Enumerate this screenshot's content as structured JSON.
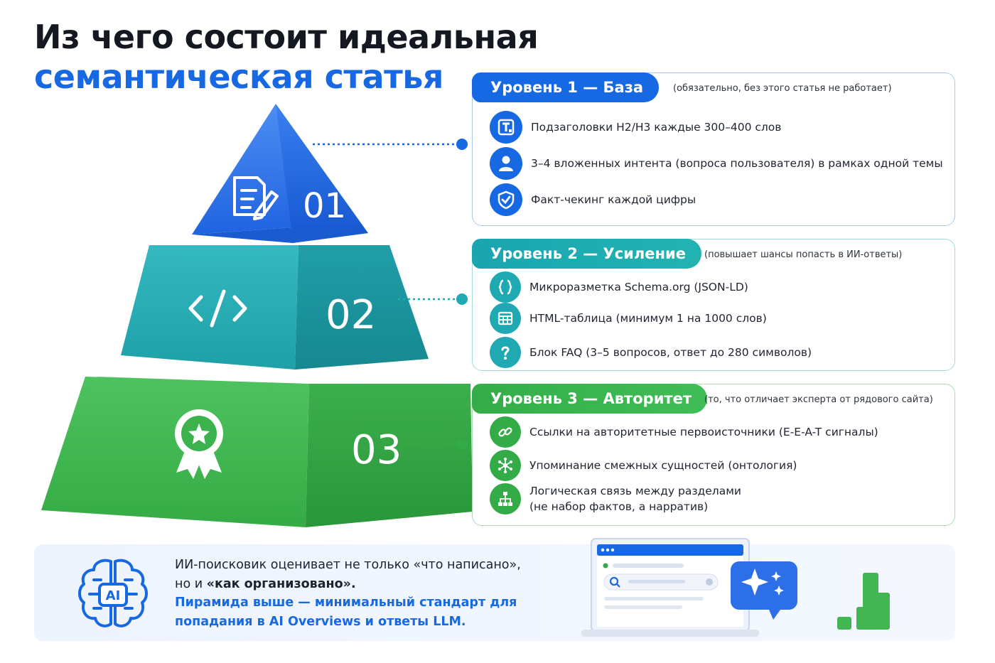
{
  "title": {
    "line1": "Из чего состоит идеальная",
    "line2": "семантическая статья"
  },
  "colors": {
    "blue": "#1668e3",
    "teal": "#1fa9b3",
    "green": "#33ab47",
    "title": "#141821"
  },
  "pyramid": {
    "tiers": [
      {
        "number": "01",
        "icon": "document-edit-icon"
      },
      {
        "number": "02",
        "icon": "code-brackets-icon"
      },
      {
        "number": "03",
        "icon": "award-ribbon-icon"
      }
    ]
  },
  "levels": [
    {
      "title": "Уровень 1 — База",
      "note": "(обязательно, без этого статья не работает)",
      "items": [
        {
          "icon": "heading-icon",
          "text": "Подзаголовки H2/H3 каждые 300–400 слов"
        },
        {
          "icon": "user-icon",
          "text": "3–4 вложенных интента (вопроса пользователя) в рамках одной темы"
        },
        {
          "icon": "shield-check-icon",
          "text": "Факт-чекинг каждой цифры"
        }
      ]
    },
    {
      "title": "Уровень 2 — Усиление",
      "note": "(повышает шансы попасть в ИИ-ответы)",
      "items": [
        {
          "icon": "curly-braces-icon",
          "text": "Микроразметка Schema.org (JSON-LD)"
        },
        {
          "icon": "table-icon",
          "text": "HTML-таблица (минимум 1 на 1000 слов)"
        },
        {
          "icon": "question-icon",
          "text": "Блок FAQ (3–5 вопросов, ответ до 280 символов)"
        }
      ]
    },
    {
      "title": "Уровень 3 — Авторитет",
      "note": "(то, что отличает эксперта от рядового сайта)",
      "items": [
        {
          "icon": "link-icon",
          "text": "Ссылки на авторитетные первоисточники (E-E-A-T сигналы)"
        },
        {
          "icon": "network-icon",
          "text": "Упоминание смежных сущностей (онтология)"
        },
        {
          "icon": "hierarchy-icon",
          "text": "Логическая связь между разделами",
          "text2": "(не набор фактов, а нарратив)"
        }
      ]
    }
  ],
  "footer": {
    "line1": "ИИ-поисковик оценивает не только «что написано»,",
    "line2_pre": "но и ",
    "line2_bold": "«как организовано».",
    "highlight1": "Пирамида выше — минимальный стандарт для",
    "highlight2": "попадания в AI Overviews и ответы LLM.",
    "brain_label": "AI"
  }
}
